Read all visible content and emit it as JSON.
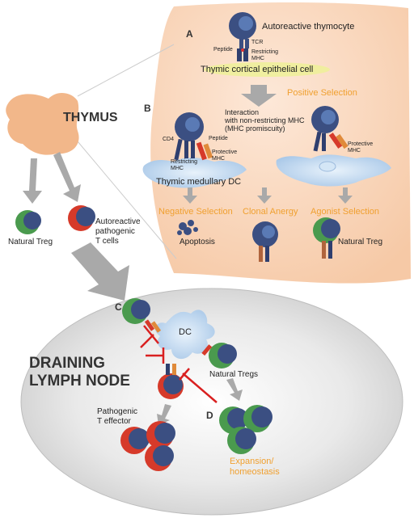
{
  "colors": {
    "thymus_panel": "#f9d8bf",
    "thymus_organ": "#f3b989",
    "lymph_node": "#dcdcdc",
    "cell_blue": "#3b4f82",
    "nucleus_blue": "#5a7ab5",
    "treg_green": "#4a9a4e",
    "pathogenic_red": "#d63a2a",
    "dc_blue": "#bcd7ef",
    "cortical_yellow": "#eef09a",
    "orange_text": "#f0a030",
    "inhibit_red": "#d92020",
    "arrow_grey": "#a9a9a9"
  },
  "thymus": {
    "title": "THYMUS"
  },
  "panel_a": {
    "letter": "A",
    "thymocyte_label": "Autoreactive thymocyte",
    "tcr_label": "TCR",
    "peptide_label": "Peptide",
    "restricting_mhc_label": "Restricting\nMHC",
    "cortical_cell_label": "Thymic cortical epithelial cell"
  },
  "positive_selection": "Positive Selection",
  "panel_b": {
    "letter": "B",
    "interaction_label": "Interaction\nwith non-restricting MHC\n(MHC promiscuity)",
    "cd4_label": "CD4",
    "peptide_label": "Peptide",
    "protective_mhc_label": "Protective\nMHC",
    "restricting_mhc_label": "Restricting\nMHC",
    "protective_mhc_label_2": "Protective\nMHC",
    "dc_label": "Thymic medullary DC",
    "negative_selection": "Negative Selection",
    "clonal_anergy": "Clonal Anergy",
    "agonist_selection": "Agonist Selection",
    "apoptosis": "Apoptosis",
    "natural_treg": "Natural Treg"
  },
  "outputs": {
    "natural_treg": "Natural Treg",
    "autoreactive": "Autoreactive\npathogenic\nT cells"
  },
  "lymph_node": {
    "title": "DRAINING\nLYMPH NODE",
    "letter_c": "C",
    "letter_d": "D",
    "dc_label": "DC",
    "natural_tregs": "Natural Tregs",
    "pathogenic_effector": "Pathogenic\nT effector",
    "expansion": "Expansion/\nhomeostasis"
  }
}
